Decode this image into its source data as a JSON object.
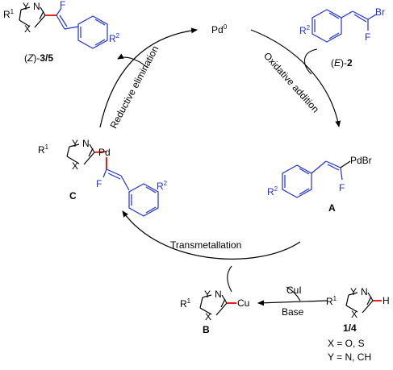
{
  "scheme": {
    "catalyst": "Pd",
    "catalyst_sup": "0",
    "steps": {
      "oxidative_addition": "Oxidative addition",
      "transmetallation": "Transmetallation",
      "reductive_elimination": "Reductive elimination"
    },
    "reagents": {
      "cu": "CuI",
      "base": "Base"
    },
    "compounds": {
      "E2": {
        "prefix": "(",
        "stereo": "E",
        "suffix": ")-",
        "num": "2"
      },
      "Z35": {
        "prefix": "(",
        "stereo": "Z",
        "suffix": ")-",
        "num": "3/5"
      },
      "A": "A",
      "B": "B",
      "C": "C",
      "n14": "1/4"
    },
    "atoms": {
      "F": "F",
      "Br": "Br",
      "PdBr": "PdBr",
      "Pd": "Pd",
      "Cu": "Cu",
      "H": "H",
      "N": "N",
      "X": "X",
      "Y": "Y",
      "R": "R",
      "sup1": "1",
      "sup2": "2"
    },
    "conditions": [
      "X = O, S",
      "Y = N, CH"
    ],
    "colors": {
      "ink": "#000000",
      "substrate": "#1f2fd8",
      "new_bond": "#e0251b"
    }
  }
}
